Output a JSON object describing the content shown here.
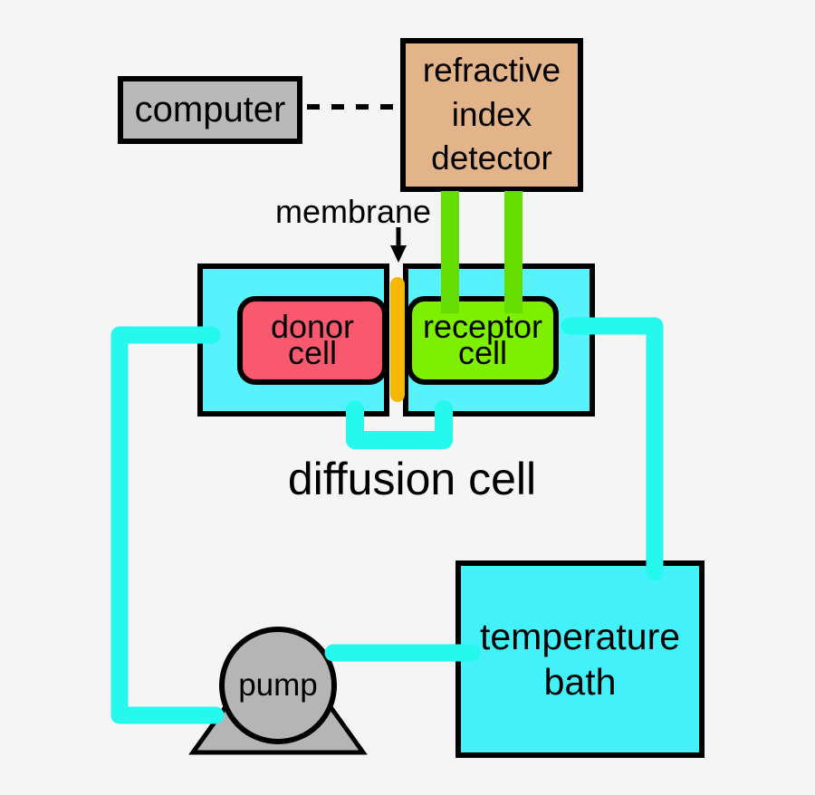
{
  "diagram": {
    "nodes": {
      "computer": {
        "label": "computer",
        "fill": "#b9b9b9"
      },
      "refractive_index_detector": {
        "label": "refractive\nindex\ndetector",
        "fill": "#e3b489"
      },
      "donor_cell": {
        "label": "donor\ncell",
        "fill": "#f9596f"
      },
      "receptor_cell": {
        "label": "receptor\ncell",
        "fill": "#7cf000"
      },
      "membrane": {
        "label": "membrane",
        "fill": "#f6b700"
      },
      "diffusion_cell": {
        "label": "diffusion cell",
        "jacket_fill": "#57f2fc"
      },
      "temperature_bath": {
        "label": "temperature\nbath",
        "fill": "#42f1fa"
      },
      "pump": {
        "label": "pump",
        "fill": "#b5b5b5"
      }
    },
    "connections": {
      "computer_to_detector": {
        "style": "dashed",
        "color": "#000000"
      },
      "detector_to_receptor_tubes": {
        "count": 2,
        "color": "#66dd00"
      },
      "coolant_tubing": {
        "color": "#26f8ee"
      }
    },
    "colors": {
      "background": "#f5f5f6",
      "outline": "#000000"
    }
  }
}
